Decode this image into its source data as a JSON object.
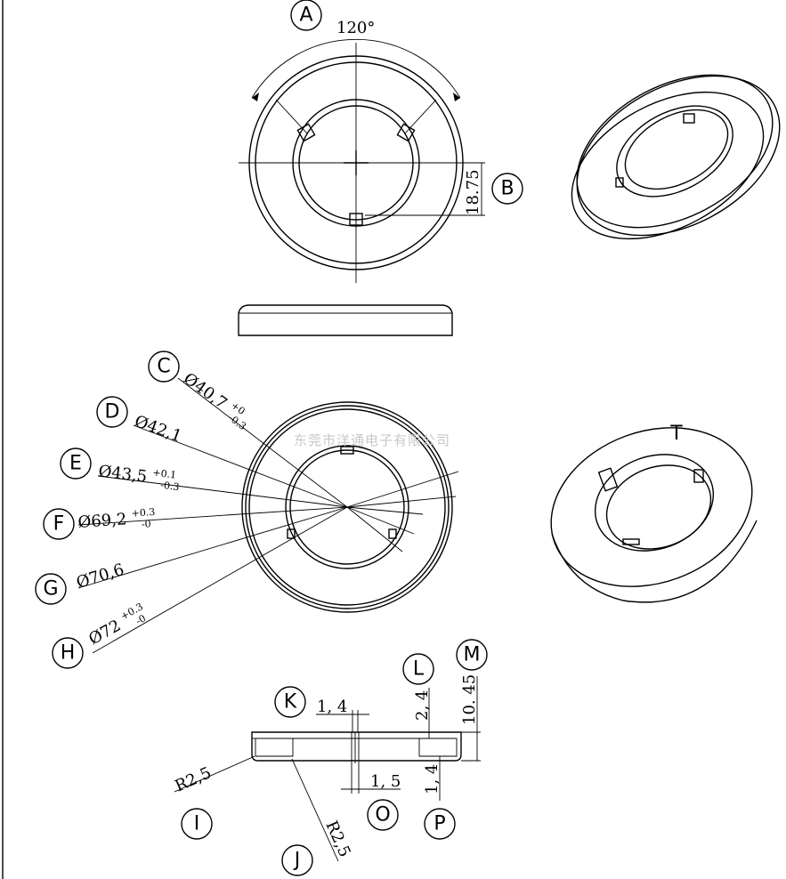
{
  "watermark": "东莞市洋通电子有限公司",
  "callouts": {
    "A": "A",
    "B": "B",
    "C": "C",
    "D": "D",
    "E": "E",
    "F": "F",
    "G": "G",
    "H": "H",
    "I": "I",
    "J": "J",
    "K": "K",
    "L": "L",
    "M": "M",
    "O": "O",
    "P": "P",
    "T": "T"
  },
  "dimensions": {
    "angle": "120°",
    "offset": "18.75",
    "d_c": {
      "value": "Ø40,7",
      "upper": "+0",
      "lower": "-0.3"
    },
    "d_d": {
      "value": "Ø42,1"
    },
    "d_e": {
      "value": "Ø43,5",
      "upper": "+0.1",
      "lower": "-0.3"
    },
    "d_f": {
      "value": "Ø69,2",
      "upper": "+0.3",
      "lower": "-0"
    },
    "d_g": {
      "value": "Ø70,6"
    },
    "d_h": {
      "value": "Ø72",
      "upper": "+0.3",
      "lower": "-0"
    },
    "k_width": "1, 4",
    "l_height": "2, 4",
    "m_height": "10. 45",
    "o_width": "1, 5",
    "p_height": "1, 4",
    "r_i": "R2,5",
    "r_j": "R2,5"
  }
}
